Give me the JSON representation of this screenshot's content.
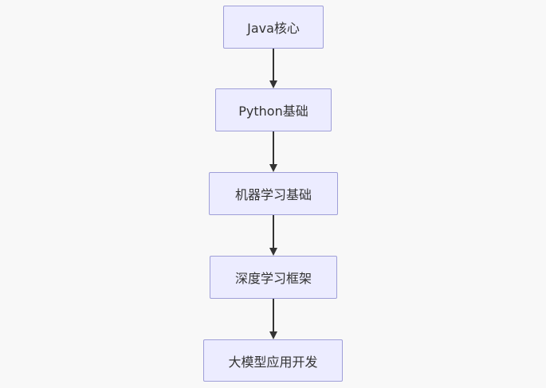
{
  "diagram": {
    "type": "flowchart",
    "direction": "top-down",
    "nodes": [
      {
        "id": "java-core",
        "label": "Java核心"
      },
      {
        "id": "python-basics",
        "label": "Python基础"
      },
      {
        "id": "ml-basics",
        "label": "机器学习基础"
      },
      {
        "id": "dl-frameworks",
        "label": "深度学习框架"
      },
      {
        "id": "llm-app-dev",
        "label": "大模型应用开发"
      }
    ],
    "edges": [
      {
        "from": "java-core",
        "to": "python-basics"
      },
      {
        "from": "python-basics",
        "to": "ml-basics"
      },
      {
        "from": "ml-basics",
        "to": "dl-frameworks"
      },
      {
        "from": "dl-frameworks",
        "to": "llm-app-dev"
      }
    ],
    "colors": {
      "node_fill": "#ECECFF",
      "node_border": "#9f9fd8",
      "arrow": "#333333",
      "text": "#333333",
      "background": "#f8f8f8"
    }
  }
}
